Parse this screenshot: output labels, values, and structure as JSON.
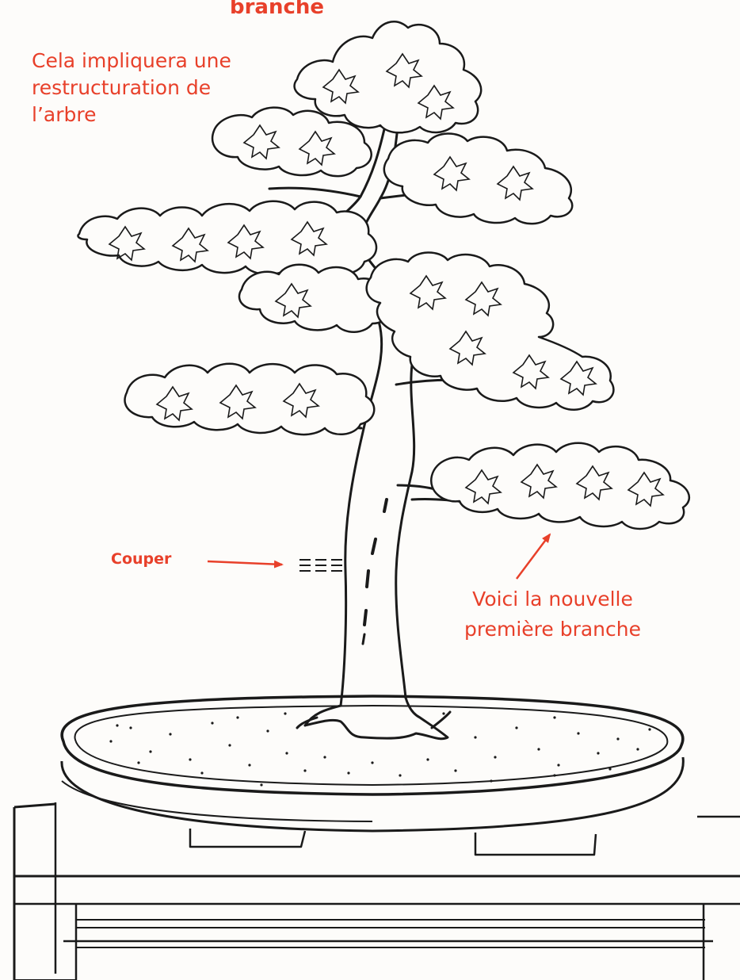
{
  "labels": {
    "top_fragment": "branche",
    "note_lines": [
      "Cela impliquera une",
      "restructuration de",
      "l’arbre"
    ],
    "cut": "Couper",
    "new_branch_lines": [
      "Voici la nouvelle",
      "première branche"
    ]
  },
  "colors": {
    "annotation": "#e8402a",
    "ink": "#1a1a1a",
    "paper": "#fdfcfa"
  }
}
